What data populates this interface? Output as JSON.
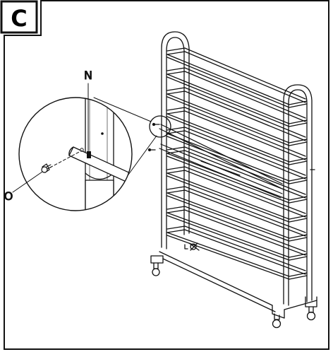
{
  "step": {
    "letter": "C"
  },
  "callouts": {
    "screw_part": "O",
    "brace_part": "N"
  },
  "colors": {
    "line": "#111111",
    "background": "#ffffff",
    "pole_shade": "#e8e8e8"
  },
  "icons": [
    "screw-icon",
    "magnifier-circle",
    "shoe-rack-illustration"
  ]
}
